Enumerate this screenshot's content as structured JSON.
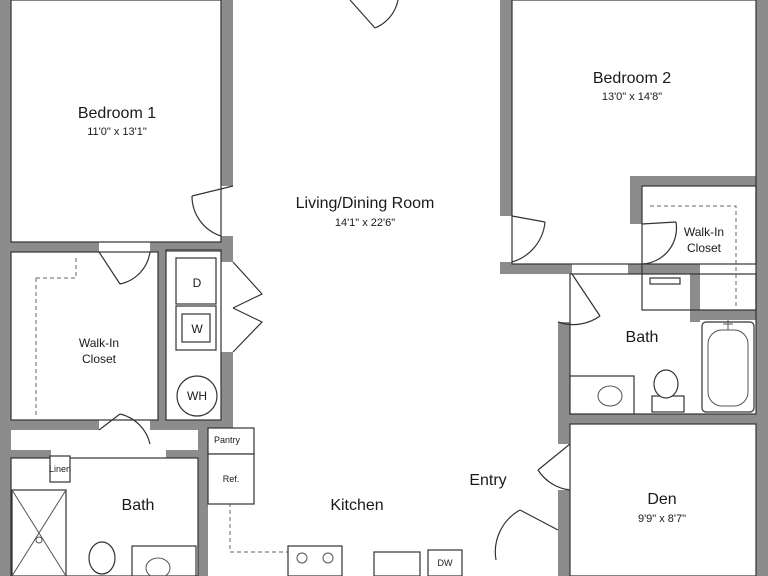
{
  "rooms": {
    "bedroom1": {
      "name": "Bedroom 1",
      "dims": "11'0\" x 13'1\""
    },
    "bedroom2": {
      "name": "Bedroom 2",
      "dims": "13'0\" x 14'8\""
    },
    "living": {
      "name": "Living/Dining Room",
      "dims": "14'1\" x 22'6\""
    },
    "den": {
      "name": "Den",
      "dims": "9'9\" x 8'7\""
    },
    "kitchen": {
      "name": "Kitchen"
    },
    "entry": {
      "name": "Entry"
    },
    "bath_right": {
      "name": "Bath"
    },
    "bath_left": {
      "name": "Bath"
    },
    "closet_left": {
      "line1": "Walk-In",
      "line2": "Closet"
    },
    "closet_right": {
      "line1": "Walk-In",
      "line2": "Closet"
    }
  },
  "fixtures": {
    "dryer": "D",
    "washer": "W",
    "water_heater": "WH",
    "pantry": "Pantry",
    "refrigerator": "Ref.",
    "dishwasher": "DW",
    "linen": "Linen"
  },
  "colors": {
    "wall": "#8c8c8c",
    "background": "#ffffff",
    "line": "#333333"
  }
}
